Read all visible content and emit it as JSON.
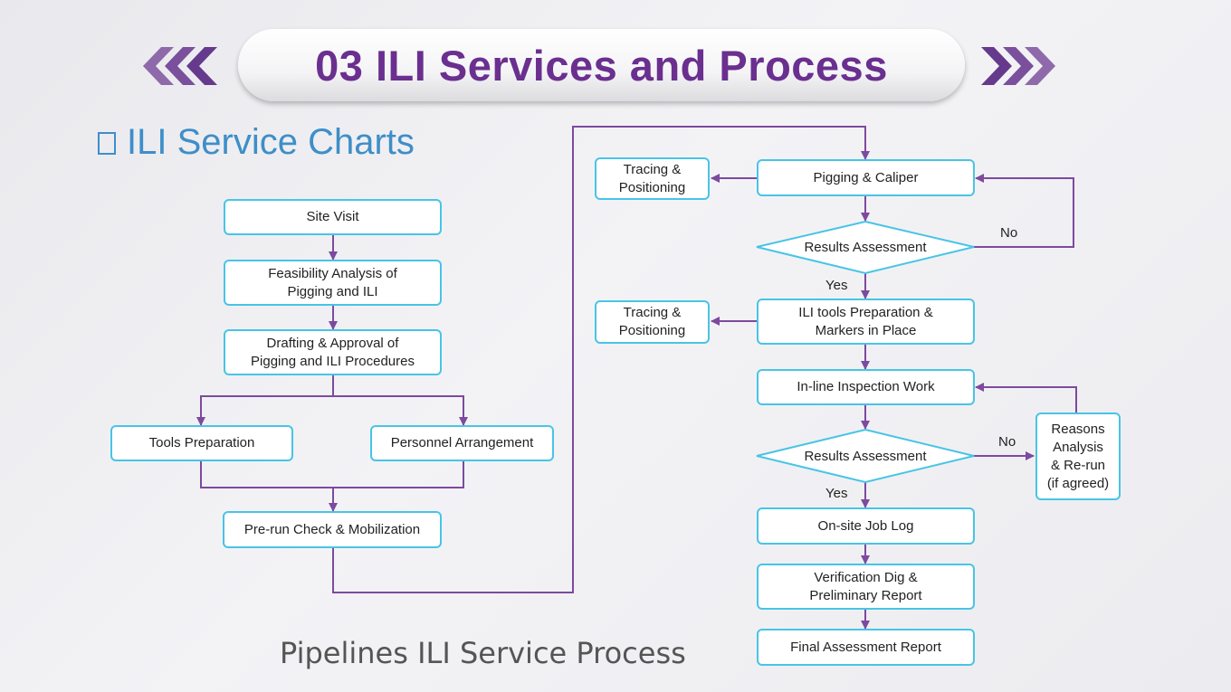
{
  "header": {
    "title": "03 ILI Services and Process"
  },
  "section": {
    "title": "ILI Service Charts"
  },
  "caption": "Pipelines ILI Service Process",
  "colors": {
    "accent": "#6a2f8f",
    "node_border": "#48c4e6",
    "connector": "#7d4a9e",
    "section": "#3f8ec8"
  },
  "flow": {
    "site_visit": "Site Visit",
    "feasibility": "Feasibility Analysis of\nPigging and ILI",
    "drafting": "Drafting & Approval of\nPigging and ILI Procedures",
    "tools_prep": "Tools Preparation",
    "personnel": "Personnel Arrangement",
    "prerun": "Pre-run Check & Mobilization",
    "pigging": "Pigging & Caliper",
    "tracing_1": "Tracing &\nPositioning",
    "results_1": "Results Assessment",
    "no_1": "No",
    "yes_1": "Yes",
    "ili_tools": "ILI tools Preparation &\nMarkers in Place",
    "tracing_2": "Tracing &\nPositioning",
    "inline": "In-line Inspection Work",
    "results_2": "Results Assessment",
    "no_2": "No",
    "yes_2": "Yes",
    "reasons": "Reasons\nAnalysis\n& Re-run\n(if agreed)",
    "job_log": "On-site Job Log",
    "verification": "Verification Dig &\nPreliminary Report",
    "final": "Final Assessment Report"
  }
}
